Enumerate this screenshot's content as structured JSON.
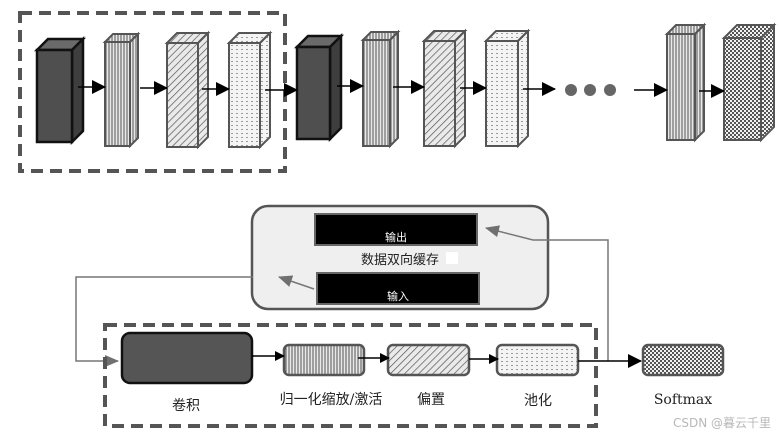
{
  "top_pipeline": {
    "blocks": [
      {
        "type": "conv",
        "pattern": "solid"
      },
      {
        "type": "norm",
        "pattern": "vertical"
      },
      {
        "type": "bias",
        "pattern": "diagonal"
      },
      {
        "type": "pool",
        "pattern": "dots"
      },
      {
        "type": "conv",
        "pattern": "solid"
      },
      {
        "type": "norm",
        "pattern": "vertical"
      },
      {
        "type": "bias",
        "pattern": "diagonal"
      },
      {
        "type": "pool",
        "pattern": "dots"
      },
      {
        "type": "norm",
        "pattern": "vertical"
      },
      {
        "type": "softmax",
        "pattern": "checker"
      }
    ],
    "ellipsis": "•••"
  },
  "buffer": {
    "output_label": "输出",
    "cache_label": "数据双向缓存",
    "input_label": "输入"
  },
  "bottom_pipeline": {
    "stages": [
      {
        "label": "卷积",
        "pattern": "solid"
      },
      {
        "label": "归一化缩放/激活",
        "pattern": "vertical"
      },
      {
        "label": "偏置",
        "pattern": "diagonal"
      },
      {
        "label": "池化",
        "pattern": "dots"
      }
    ],
    "softmax_label": "Softmax"
  },
  "watermark": "CSDN @暮云千里",
  "colors": {
    "dark_block": "#4f4f4f",
    "outline": "#555555",
    "buffer_bg": "#efefef"
  }
}
